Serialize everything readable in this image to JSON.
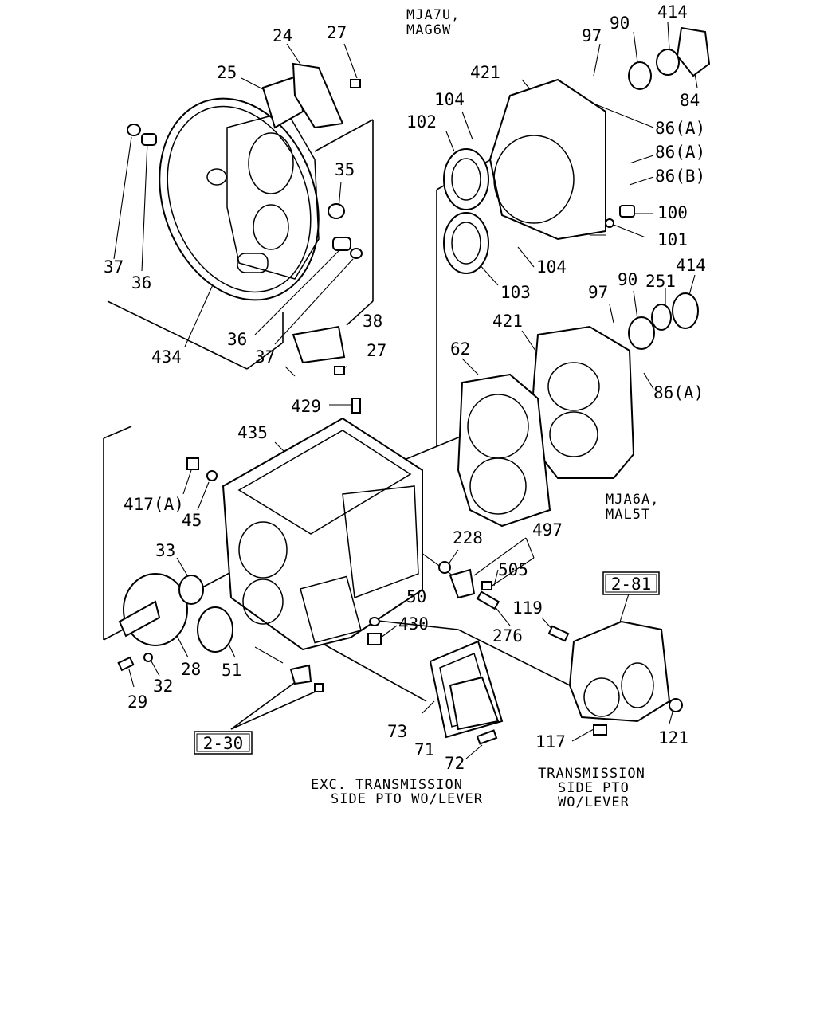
{
  "notes": {
    "top_variant": [
      "MJA7U,",
      "MAG6W"
    ],
    "mid_variant": [
      "MJA6A,",
      "MAL5T"
    ],
    "exc_pto": [
      "EXC. TRANSMISSION",
      "SIDE PTO WO/LEVER"
    ],
    "with_pto": [
      "TRANSMISSION",
      "SIDE PTO",
      "WO/LEVER"
    ]
  },
  "refs": {
    "r281": "2-81",
    "r230": "2-30"
  },
  "callouts": [
    "24",
    "27",
    "25",
    "97",
    "90",
    "414",
    "421",
    "84",
    "104",
    "102",
    "86(A)",
    "86(A)",
    "86(B)",
    "35",
    "100",
    "101",
    "37",
    "36",
    "104",
    "103",
    "97",
    "90",
    "251",
    "414",
    "434",
    "36",
    "37",
    "38",
    "27",
    "421",
    "86(A)",
    "62",
    "429",
    "435",
    "417(A)",
    "45",
    "228",
    "497",
    "505",
    "33",
    "50",
    "119",
    "430",
    "276",
    "28",
    "51",
    "32",
    "29",
    "73",
    "71",
    "72",
    "117",
    "121"
  ]
}
